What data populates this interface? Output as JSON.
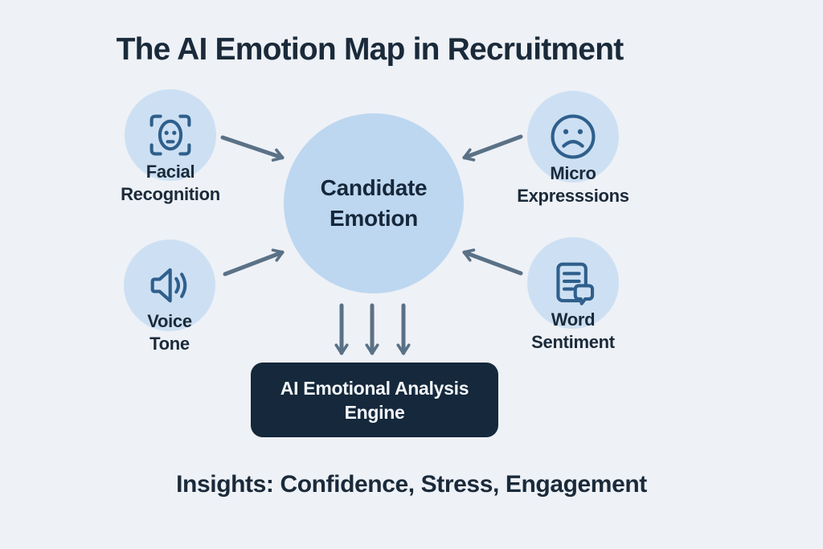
{
  "title": "The AI Emotion Map in Recruitment",
  "diagram": {
    "center": {
      "label": "Candidate\nEmotion"
    },
    "inputs": [
      {
        "id": "facial-recognition",
        "label": "Facial\nRecognition",
        "icon": "face-scan-icon"
      },
      {
        "id": "micro-expressions",
        "label": "Micro\nExpresssions",
        "icon": "sad-face-icon"
      },
      {
        "id": "voice-tone",
        "label": "Voice\nTone",
        "icon": "speaker-icon"
      },
      {
        "id": "word-sentiment",
        "label": "Word\nSentiment",
        "icon": "document-chat-icon"
      }
    ],
    "engine": {
      "label": "AI Emotional Analysis\nEngine"
    },
    "insights": "Insights: Confidence, Stress, Engagement"
  },
  "colors": {
    "background": "#eef1f6",
    "satellite_circle": "#cde0f3",
    "center_circle": "#bdd7f0",
    "icon_stroke": "#2f5f8c",
    "arrow": "#5a7186",
    "engine_box": "#15283c",
    "heading_text": "#1a2a3a",
    "engine_text": "#f2f5f8"
  }
}
